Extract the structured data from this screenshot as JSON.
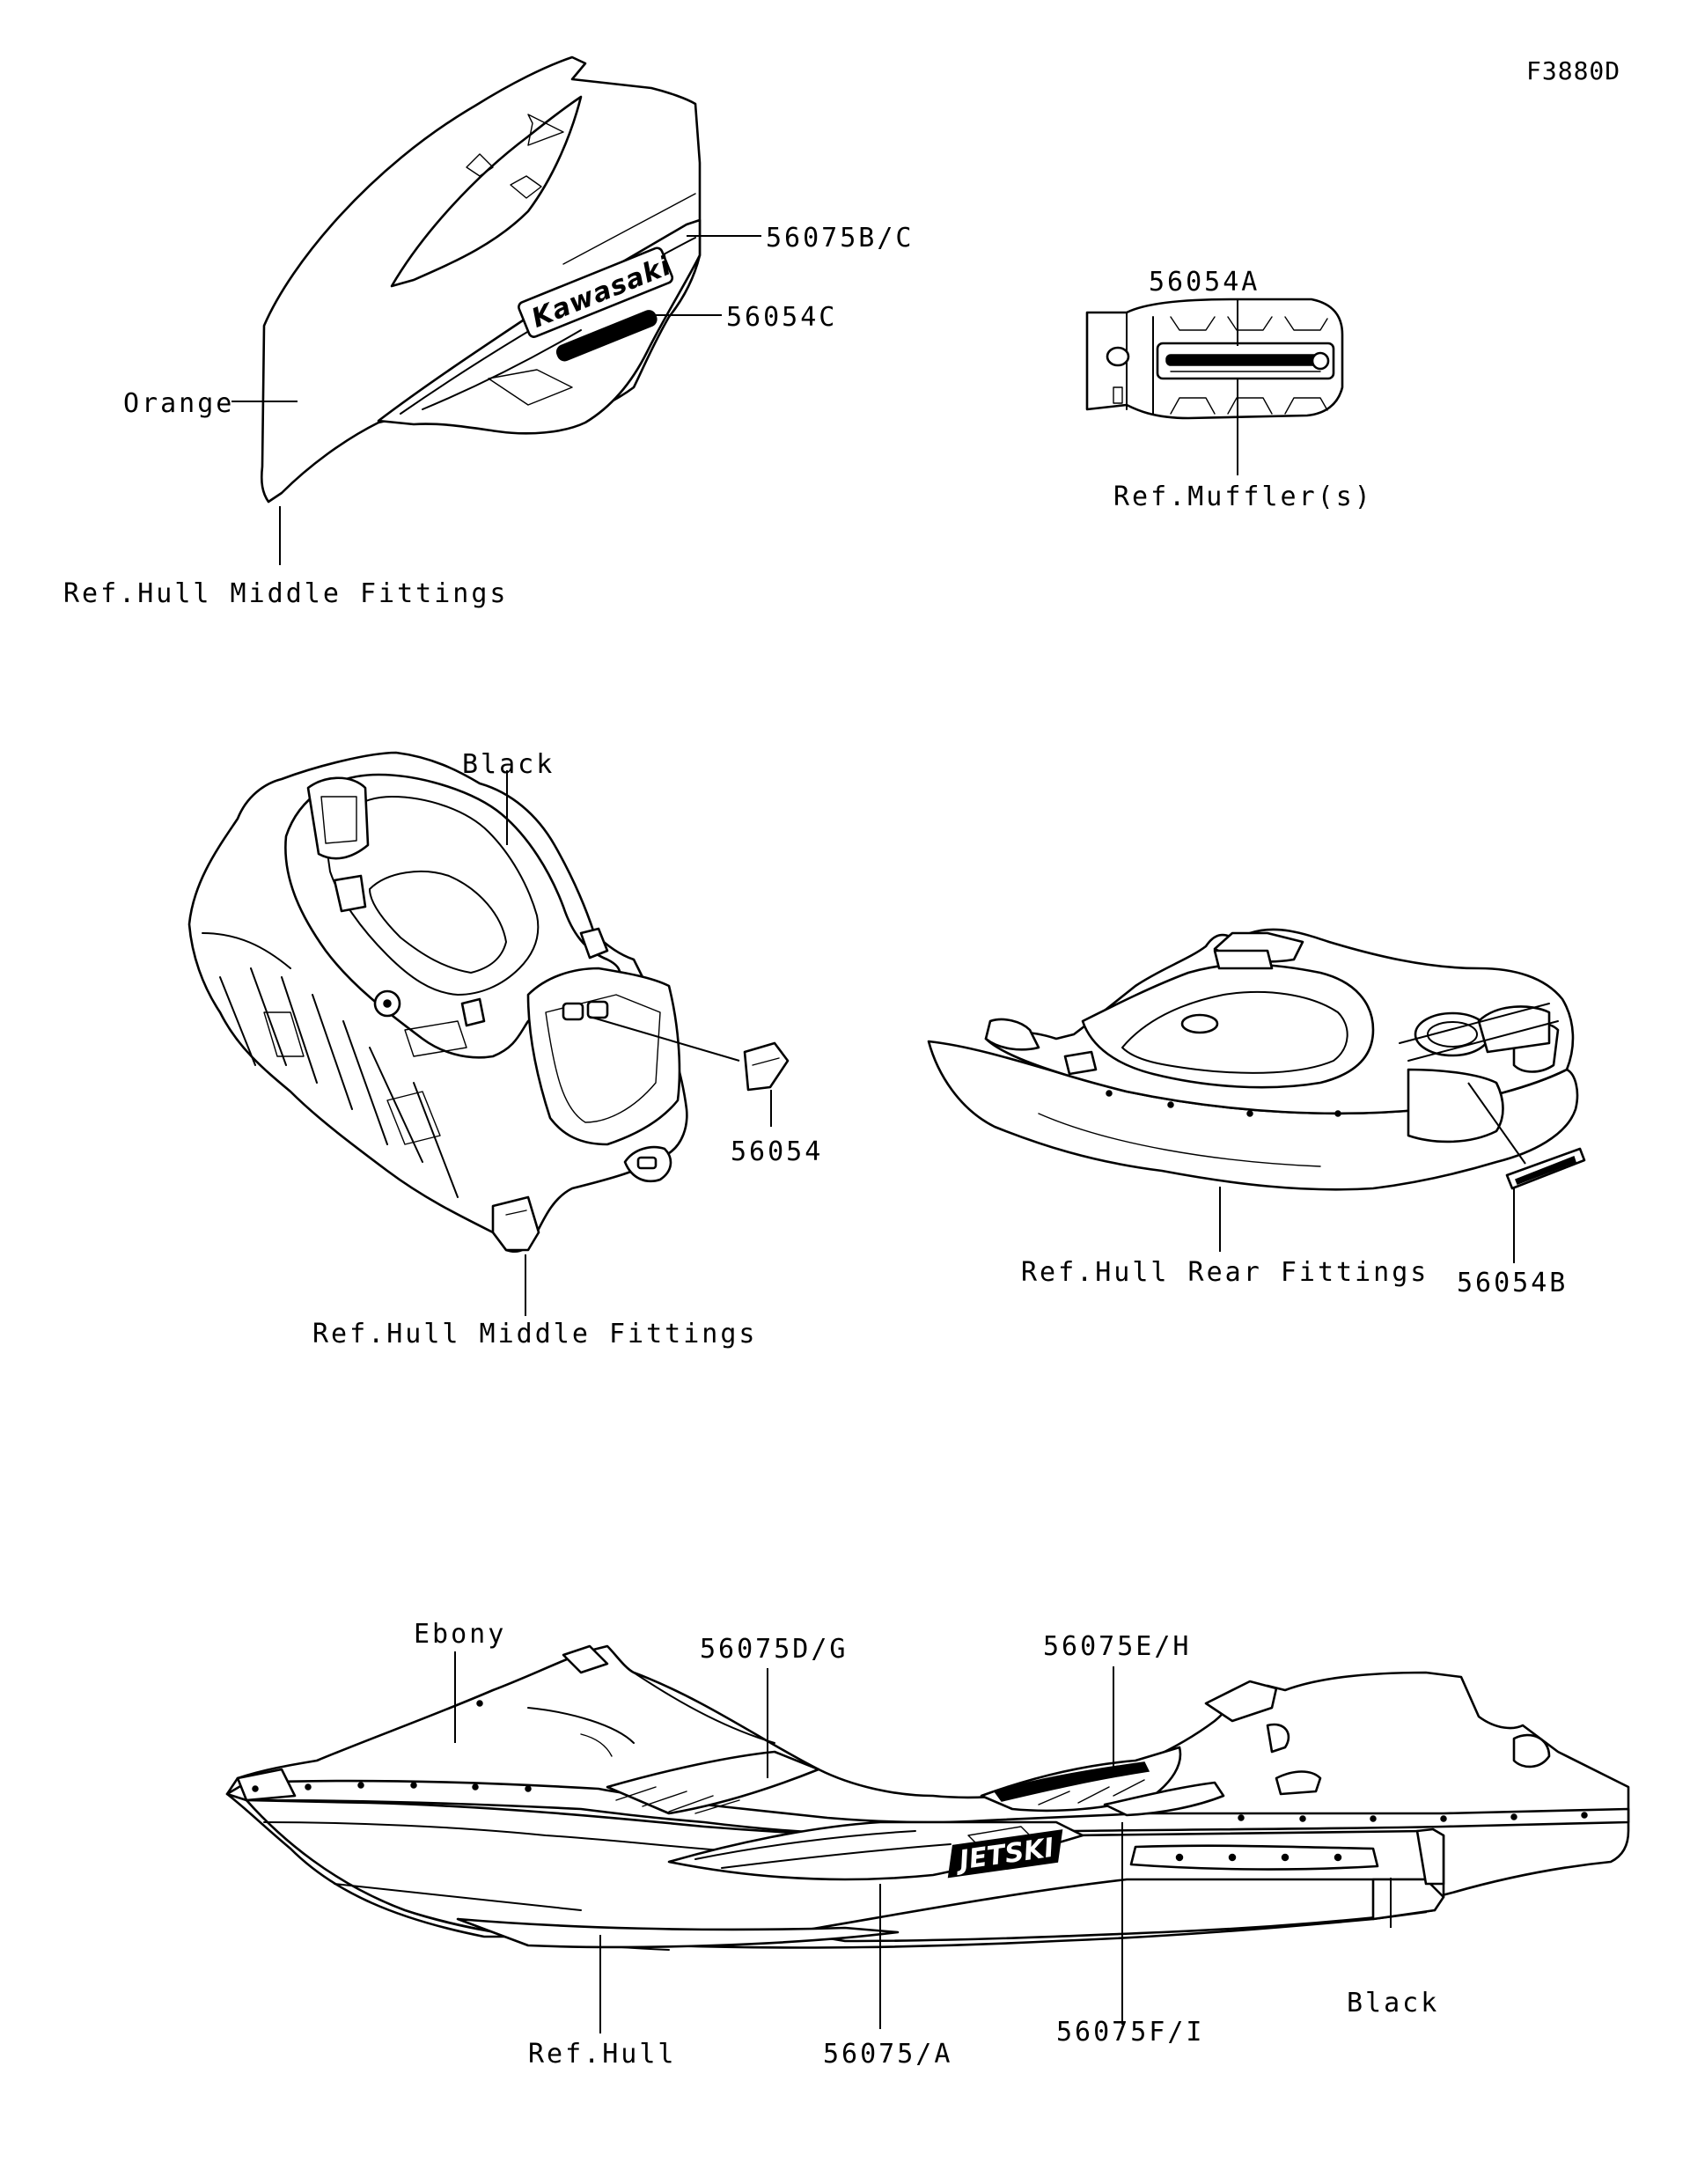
{
  "diagram_code": "F3880D",
  "front_deck": {
    "labels": {
      "color": "Orange",
      "part_b_c": "56075B/C",
      "part_c": "56054C",
      "ref": "Ref.Hull Middle Fittings",
      "logo": "Kawasaki"
    }
  },
  "muffler": {
    "labels": {
      "part": "56054A",
      "ref": "Ref.Muffler(s)"
    }
  },
  "middle_deck": {
    "labels": {
      "color": "Black",
      "part": "56054",
      "ref": "Ref.Hull Middle Fittings"
    }
  },
  "rear_deck": {
    "labels": {
      "part": "56054B",
      "ref": "Ref.Hull Rear Fittings"
    }
  },
  "hull": {
    "labels": {
      "color_top": "Ebony",
      "part_d_g": "56075D/G",
      "part_e_h": "56075E/H",
      "part_a": "56075/A",
      "part_f_i": "56075F/I",
      "color_bottom": "Black",
      "ref": "Ref.Hull",
      "logo": "JETSKI"
    }
  }
}
